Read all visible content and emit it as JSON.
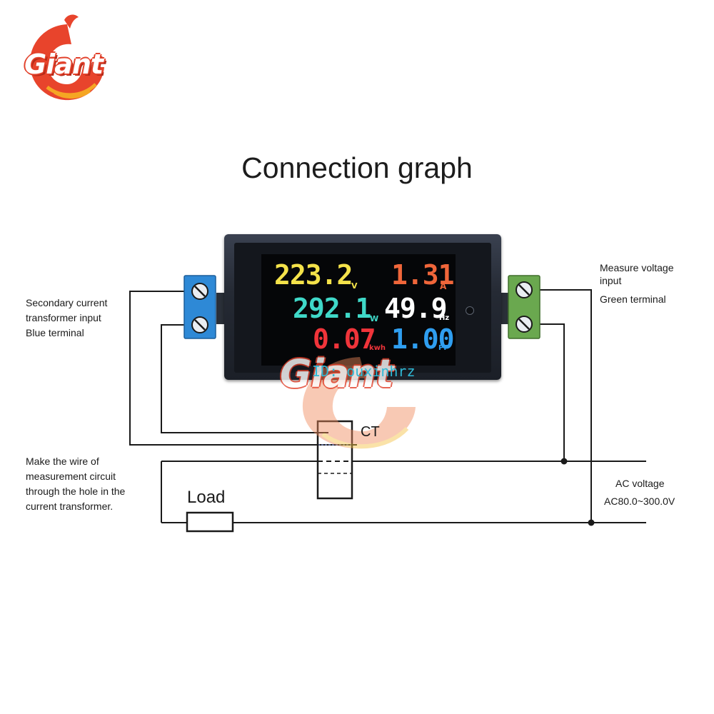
{
  "title": "Connection graph",
  "logo": {
    "text": "Giant",
    "watermark_text": "Giant"
  },
  "display": {
    "voltage": "223.2",
    "voltage_unit": "V",
    "current": "1.31",
    "current_unit": "A",
    "power": "292.1",
    "power_unit": "W",
    "frequency": "49.9",
    "frequency_unit": "Hz",
    "energy": "0.07",
    "energy_unit": "kwh",
    "power_factor": "1.00",
    "power_factor_unit": "PF",
    "id_text": "ID: ouxinhrz"
  },
  "notes": {
    "left_terminal": [
      "Secondary current",
      "transformer input",
      "Blue terminal"
    ],
    "right_terminal": [
      "Measure voltage",
      "input",
      "Green terminal"
    ],
    "wire": [
      "Make the wire of",
      "measurement circuit",
      "through the hole in the",
      "current transformer."
    ],
    "ac": [
      "AC voltage",
      "AC80.0~300.0V"
    ]
  },
  "labels": {
    "ct": "CT",
    "load": "Load"
  },
  "colors": {
    "voltage": "#f4e24a",
    "current": "#f0663a",
    "power": "#3fd8c8",
    "frequency": "#ffffff",
    "energy": "#f0343a",
    "power_factor": "#2f9ef0",
    "blue_terminal": "#2e89d6",
    "green_terminal": "#6aa84f"
  }
}
